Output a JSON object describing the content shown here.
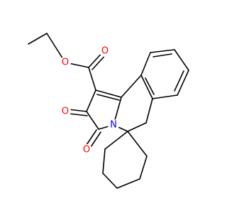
{
  "molecule": {
    "colors": {
      "bond": "#000000",
      "carbon": "#000000",
      "oxygen": "#ff0000",
      "nitrogen": "#0000ff",
      "background": "#ffffff"
    },
    "atom_labels": {
      "ester_carbonyl_o": "O",
      "ester_ether_o": "O",
      "ketone_o_2": "O",
      "ketone_o_3": "O",
      "ring_nitrogen": "N"
    }
  }
}
